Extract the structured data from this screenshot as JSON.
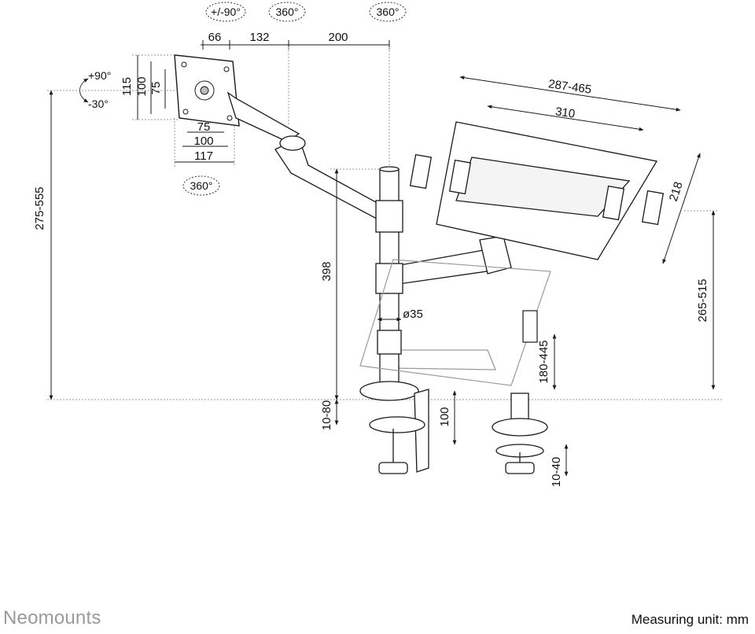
{
  "branding": {
    "logo_text": "Neomounts"
  },
  "footer": {
    "unit_note": "Measuring unit: mm"
  },
  "rotations": {
    "tilt_rotation": "+/-90°",
    "swivel_1": "360°",
    "swivel_2": "360°",
    "vesa_rotation": "360°",
    "tilt_up": "+90°",
    "tilt_down": "-30°"
  },
  "dimensions": {
    "arm_a": "66",
    "arm_b": "132",
    "arm_c": "200",
    "vesa_h_max": "115",
    "vesa_h_mid": "100",
    "vesa_h_min": "75",
    "vesa_w_min": "75",
    "vesa_w_mid": "100",
    "vesa_w_max": "117",
    "total_height": "275-555",
    "pole_height": "398",
    "pole_diameter": "ø35",
    "clamp_range": "10-80",
    "clamp_depth": "100",
    "grommet_range": "10-40",
    "tray_width": "287-465",
    "tray_inner": "310",
    "tray_depth": "218",
    "tray_height": "265-515",
    "lower_tray_height": "180-445"
  },
  "colors": {
    "line": "#1a1a1a",
    "guide": "#9a9a9a",
    "brand": "#9a9a9a"
  }
}
